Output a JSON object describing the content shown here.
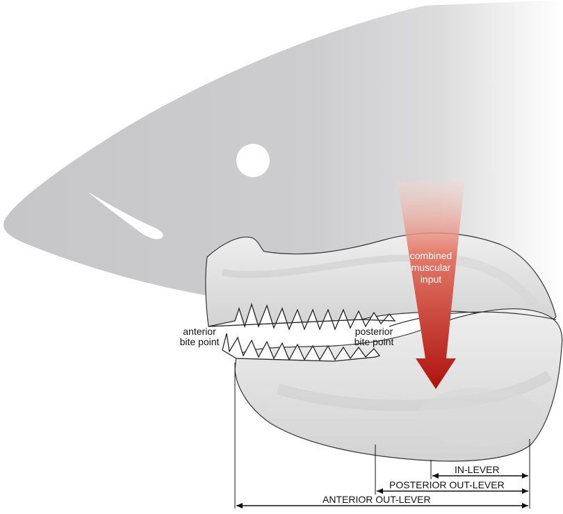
{
  "labels": {
    "anterior_bite_line1": "anterior",
    "anterior_bite_line2": "bite point",
    "posterior_bite_line1": "posterior",
    "posterior_bite_line2": "bite point",
    "muscle_line1": "combined",
    "muscle_line2": "muscular",
    "muscle_line3": "input",
    "in_lever": "IN-LEVER",
    "posterior_out_lever": "POSTERIOR OUT-LEVER",
    "anterior_out_lever": "ANTERIOR OUT-LEVER"
  },
  "colors": {
    "head": "#cfcfd1",
    "jaw_light": "#e6e6e6",
    "jaw_shade": "#c9c9c9",
    "arrow_top": "#f2c6bd",
    "arrow_bottom": "#b0140e",
    "line": "#111111"
  }
}
